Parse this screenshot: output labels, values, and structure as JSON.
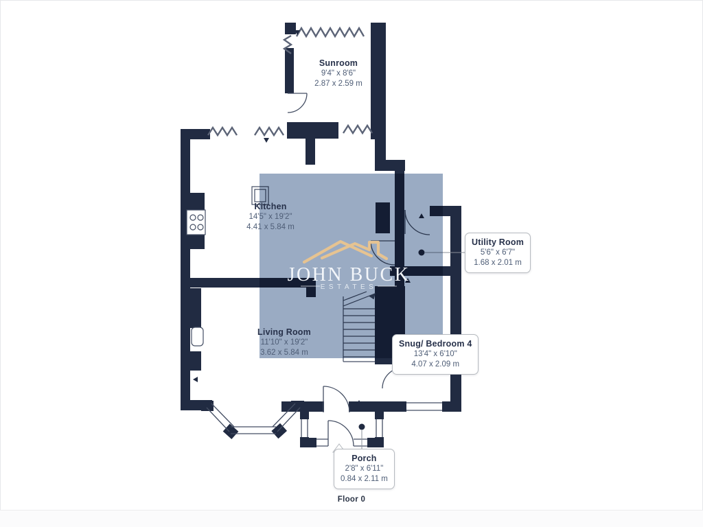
{
  "page": {
    "floor_label": "Floor 0"
  },
  "watermark": {
    "brand": "JOHN BUCK",
    "tagline": "ESTATES"
  },
  "rooms": {
    "sunroom": {
      "name": "Sunroom",
      "dims_ft": "9'4\" x 8'6\"",
      "dims_m": "2.87 x 2.59 m"
    },
    "kitchen": {
      "name": "Kitchen",
      "dims_ft": "14'5\" x 19'2\"",
      "dims_m": "4.41 x 5.84 m"
    },
    "living_room": {
      "name": "Living Room",
      "dims_ft": "11'10\" x 19'2\"",
      "dims_m": "3.62 x 5.84 m"
    },
    "utility_room": {
      "name": "Utility Room",
      "dims_ft": "5'6\" x 6'7\"",
      "dims_m": "1.68 x 2.01 m"
    },
    "snug_bedroom4": {
      "name": "Snug/ Bedroom 4",
      "dims_ft": "13'4\" x 6'10\"",
      "dims_m": "4.07 x 2.09 m"
    },
    "porch": {
      "name": "Porch",
      "dims_ft": "2'8\" x 6'11\"",
      "dims_m": "0.84 x 2.11 m"
    }
  },
  "colors": {
    "wall": "#212b42",
    "thin_line": "#444e63",
    "window_zigzag": "#5c6477",
    "overlay": "#9aabc3",
    "logo_gold": "#e6c391",
    "logo_text": "#f3f6fa",
    "label_title": "#27314a",
    "label_dims": "#4e5d76",
    "callout_border": "#b6babf"
  }
}
